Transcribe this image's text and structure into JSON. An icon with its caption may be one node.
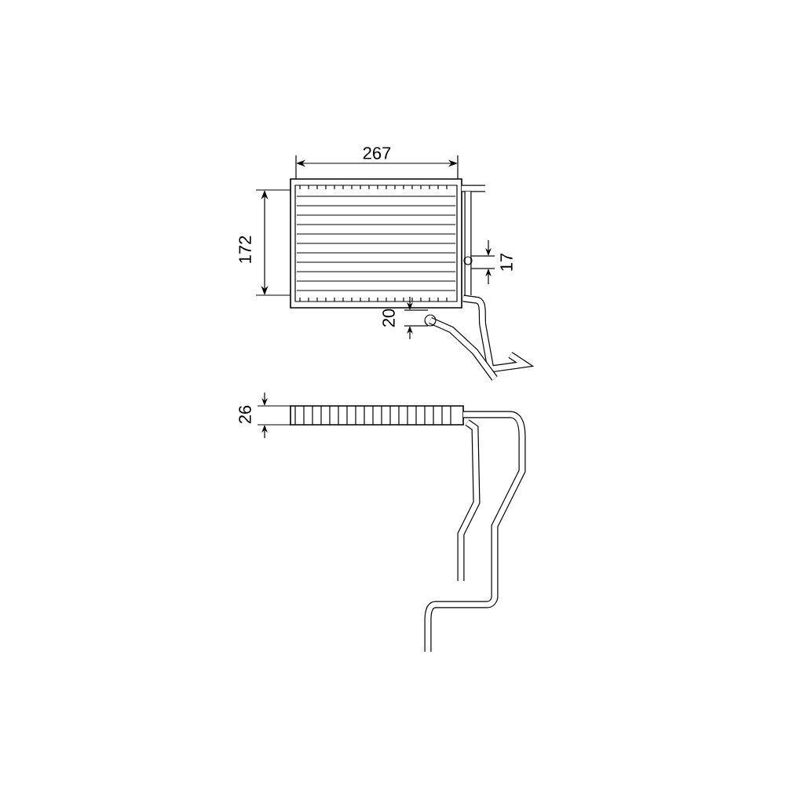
{
  "diagram": {
    "labels": [
      "267",
      "172",
      "17",
      "20",
      "26"
    ]
  }
}
